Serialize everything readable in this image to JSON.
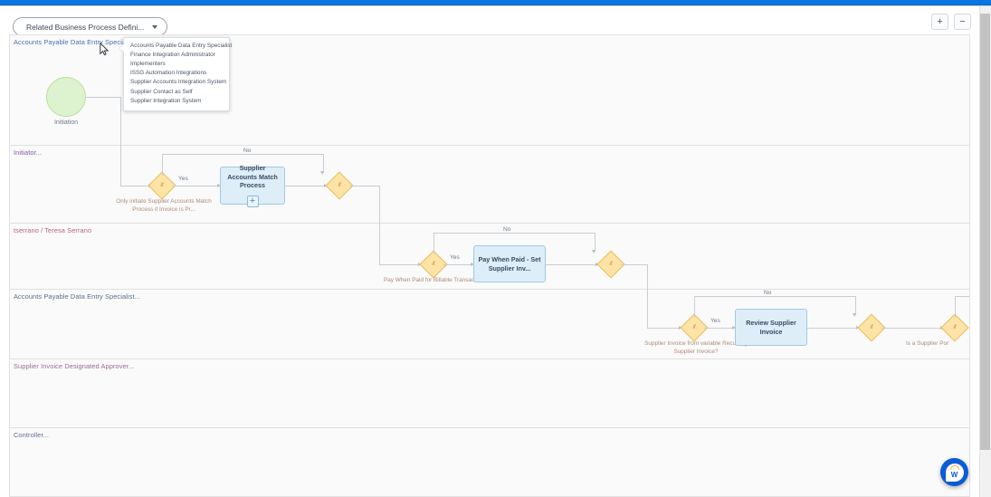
{
  "toolbar": {
    "related_bpd_label": "Related Business Process Defini...",
    "zoom_in_label": "+",
    "zoom_out_label": "−"
  },
  "tooltip": {
    "items": [
      "Accounts Payable Data Entry Specialist",
      "Finance Integration Administrator",
      "Implementers",
      "ISSG Automation Integrations",
      "Supplier Accounts Integration System",
      "Supplier Contact as Self",
      "Supplier Integration System"
    ]
  },
  "lanes": [
    {
      "label": "Accounts Payable Data Entry Specialist..."
    },
    {
      "label": "Initiator..."
    },
    {
      "label": "tserrano / Teresa Serrano"
    },
    {
      "label": "Accounts Payable Data Entry Specialist..."
    },
    {
      "label": "Supplier Invoice Designated Approver..."
    },
    {
      "label": "Controller..."
    }
  ],
  "diagram": {
    "start_event": {
      "label": "Initiation"
    },
    "tasks": [
      {
        "title": "Supplier Accounts Match Process",
        "badge": "+"
      },
      {
        "title": "Pay When Paid - Set Supplier Inv...",
        "badge": ""
      },
      {
        "title": "Review Supplier Invoice",
        "badge": ""
      }
    ],
    "gateways": [
      {
        "label": "if",
        "note": "Only initiate Supplier Accounts Match Process if Invoice is Pr..."
      },
      {
        "label": "if",
        "note": ""
      },
      {
        "label": "if",
        "note": "Pay When Paid for Billable Transaction?"
      },
      {
        "label": "if",
        "note": ""
      },
      {
        "label": "if",
        "note": "Supplier Invoice from variable Recurring Supplier Invoice?"
      },
      {
        "label": "if",
        "note": ""
      },
      {
        "label": "if",
        "note": "Is a Supplier Por"
      }
    ],
    "edge_labels": {
      "yes": "Yes",
      "no": "No"
    }
  },
  "assistant": {
    "label": "W"
  },
  "colors": {
    "accent": "#0875e1",
    "start_fill": "#ddf3cf",
    "task_fill": "#ddeef8",
    "gateway_fill": "#fde3a6",
    "assistant_bg": "#0b5cd5"
  }
}
